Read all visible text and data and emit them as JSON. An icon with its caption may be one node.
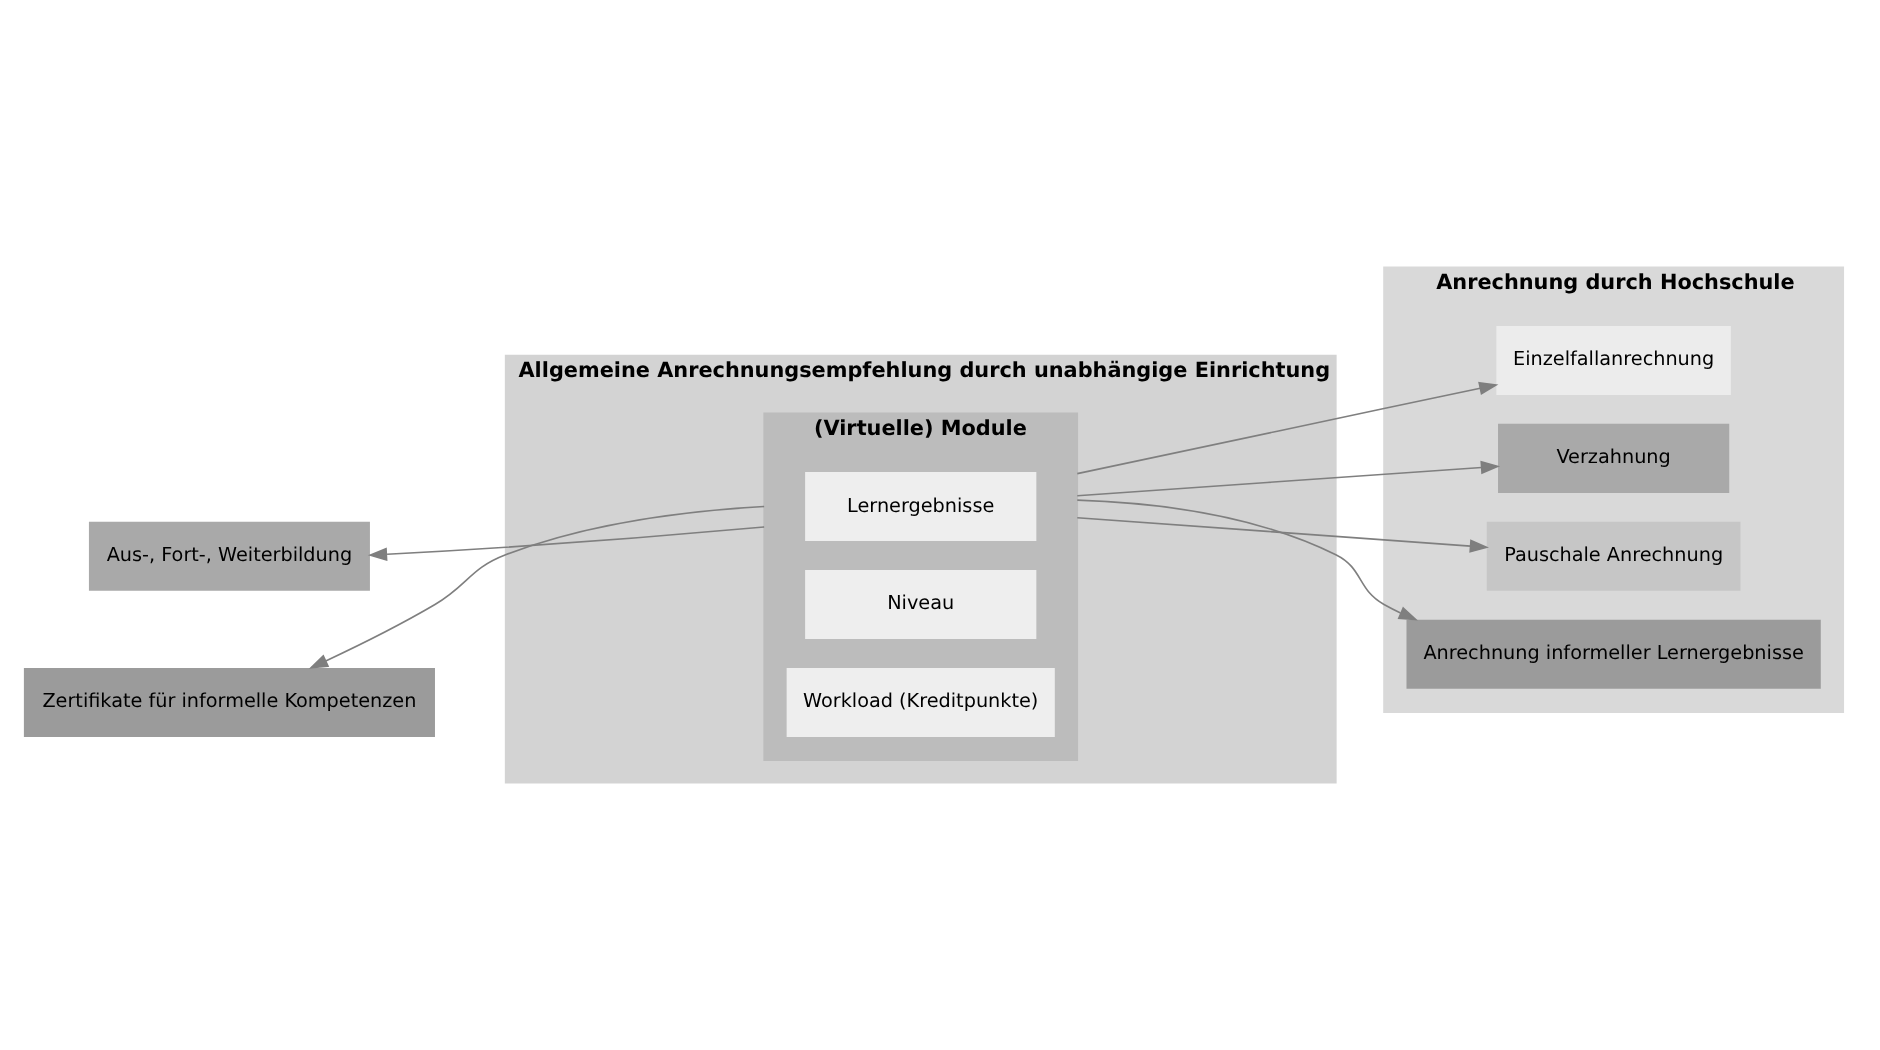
{
  "diagram": {
    "nodes": [
      {
        "text": [
          "Aus-, Fort-, Weiterbildung"
        ]
      },
      {
        "text": [
          "Zertifikate für informelle Kompetenzen"
        ]
      },
      {
        "text": [
          "Allgemeine Anrechnungsempfehlung durch unabhängige Einrichtung"
        ]
      },
      {
        "text": [
          "(Virtuelle) Module"
        ],
        "in": 2
      },
      {
        "text": [
          "Lernergebnisse"
        ],
        "in": 3
      },
      {
        "text": [
          "Niveau"
        ],
        "in": 3
      },
      {
        "text": [
          "Workload (Kreditpunkte)"
        ],
        "in": 3
      },
      {
        "text": [
          "Anrechnung durch Hochschule"
        ]
      },
      {
        "text": [
          "Einzelfallanrechnung"
        ],
        "in": 7
      },
      {
        "text": [
          "Verzahnung"
        ],
        "in": 7
      },
      {
        "text": [
          "Pauschale Anrechnung"
        ],
        "in": 7
      },
      {
        "text": [
          "Anrechnung informeller Lernergebnisse"
        ],
        "in": 7
      }
    ],
    "edges": [
      {
        "from": 3,
        "to": 0,
        "arrow": "to"
      },
      {
        "from": 3,
        "to": 1,
        "arrow": "to"
      },
      {
        "from": 3,
        "to": 8,
        "arrow": "to"
      },
      {
        "from": 3,
        "to": 9,
        "arrow": "to"
      },
      {
        "from": 3,
        "to": 10,
        "arrow": "to"
      },
      {
        "from": 3,
        "to": 11,
        "arrow": "to"
      }
    ]
  }
}
